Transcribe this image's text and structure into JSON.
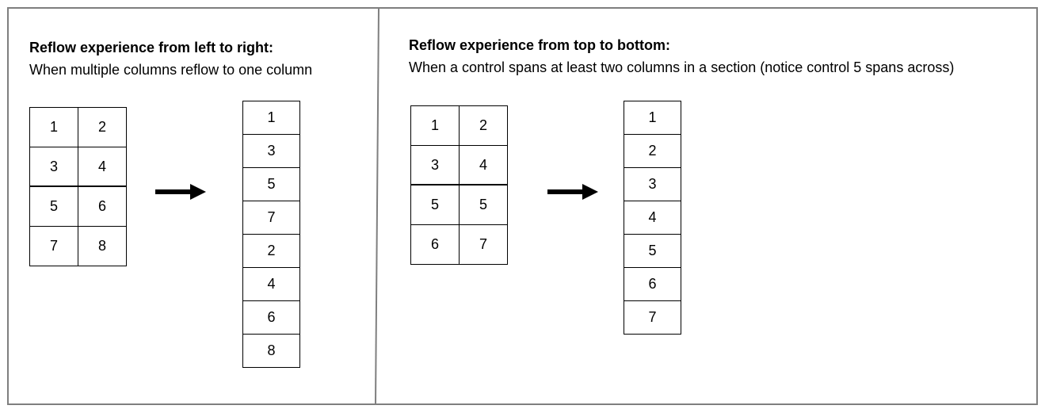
{
  "panel_left": {
    "title": "Reflow experience from left to right:",
    "subtitle": "When multiple columns reflow to one column",
    "grid": [
      "1",
      "2",
      "3",
      "4",
      "5",
      "6",
      "7",
      "8"
    ],
    "stack": [
      "1",
      "3",
      "5",
      "7",
      "2",
      "4",
      "6",
      "8"
    ]
  },
  "panel_right": {
    "title": "Reflow experience from top to bottom:",
    "subtitle": "When a control spans at least two columns in a section (notice control 5 spans across)",
    "grid": [
      "1",
      "2",
      "3",
      "4",
      "5",
      "5",
      "6",
      "7"
    ],
    "stack": [
      "1",
      "2",
      "3",
      "4",
      "5",
      "6",
      "7"
    ]
  }
}
